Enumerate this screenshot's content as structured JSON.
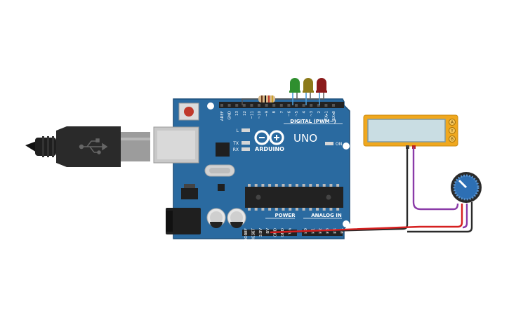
{
  "board": {
    "brand": "ARDUINO",
    "model": "UNO",
    "digital_header": "DIGITAL (PWM~)",
    "power_header": "POWER",
    "analog_header": "ANALOG IN",
    "on_label": "ON",
    "led_labels": [
      "L",
      "TX",
      "RX"
    ],
    "digital_pins": [
      "AREF",
      "GND",
      "13",
      "12",
      "~11",
      "~10",
      "~9",
      "8",
      "7",
      "~6",
      "~5",
      "4",
      "~3",
      "2",
      "TX▸1",
      "RX◂0"
    ],
    "power_pins": [
      "IOREF",
      "RESET",
      "3.3V",
      "5V",
      "GND",
      "GND",
      "Vin"
    ],
    "analog_pins": [
      "A0",
      "A1",
      "A2",
      "A3",
      "A4",
      "A5"
    ]
  },
  "lcd": {
    "pin_labels": [
      "A",
      "Y",
      "B"
    ]
  },
  "colors": {
    "board": "#2a6aa0",
    "board_edge": "#1d4f7a",
    "lcd_frame": "#f0a81e",
    "lcd_screen": "#c9dde3",
    "led_green": "#2f8f2f",
    "led_yellow": "#8c7a1a",
    "led_red": "#8b1b1b",
    "wire_red": "#d62020",
    "wire_black": "#2a2a2a",
    "wire_purple": "#8a3aa8",
    "knob": "#2d6fb4"
  }
}
